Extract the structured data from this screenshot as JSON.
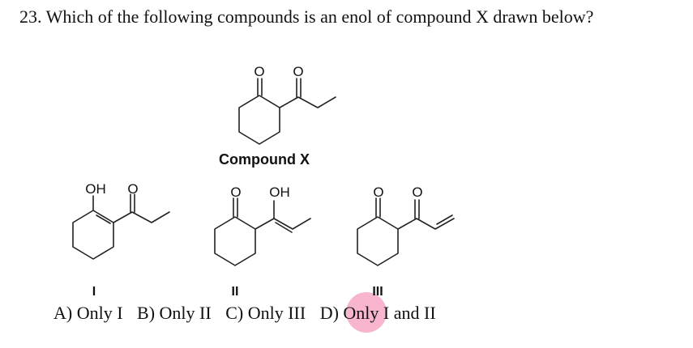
{
  "question": {
    "text": "23. Which of the following compounds is an enol of compound X drawn below?"
  },
  "compound_x": {
    "caption": "Compound X",
    "atom_labels": [
      "O",
      "O"
    ]
  },
  "options": [
    {
      "numeral": "I",
      "atom_labels": [
        "OH",
        "O"
      ]
    },
    {
      "numeral": "II",
      "atom_labels": [
        "O",
        "OH"
      ]
    },
    {
      "numeral": "III",
      "atom_labels": [
        "O",
        "O"
      ]
    }
  ],
  "answers": [
    {
      "text": "A) Only I"
    },
    {
      "text": "B) Only II"
    },
    {
      "text": "C) Only III"
    },
    {
      "text": "D) Only I and II"
    }
  ],
  "highlight_color": "#f7b5cf"
}
